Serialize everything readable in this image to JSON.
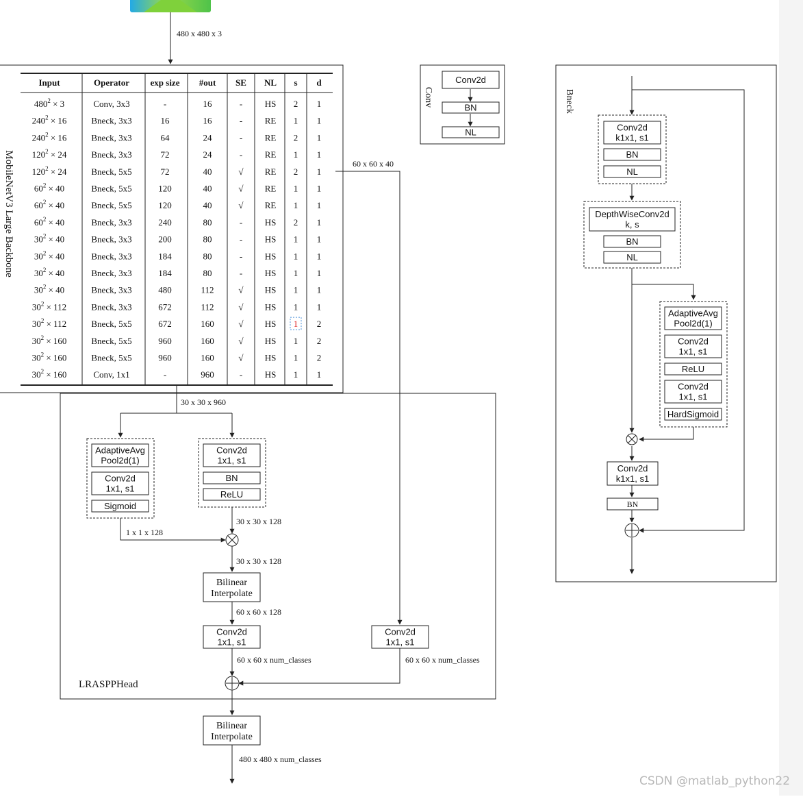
{
  "input_label": "480 x 480 x 3",
  "backbone": {
    "title": "MobileNetV3 Large Backbone",
    "headers": [
      "Input",
      "Operator",
      "exp size",
      "#out",
      "SE",
      "NL",
      "s",
      "d"
    ],
    "rows": [
      {
        "base": "480",
        "suf": " × 3",
        "op": "Conv, 3x3",
        "exp": "-",
        "out": "16",
        "se": "-",
        "nl": "HS",
        "s": "2",
        "d": "1"
      },
      {
        "base": "240",
        "suf": " × 16",
        "op": "Bneck, 3x3",
        "exp": "16",
        "out": "16",
        "se": "-",
        "nl": "RE",
        "s": "1",
        "d": "1"
      },
      {
        "base": "240",
        "suf": " × 16",
        "op": "Bneck, 3x3",
        "exp": "64",
        "out": "24",
        "se": "-",
        "nl": "RE",
        "s": "2",
        "d": "1"
      },
      {
        "base": "120",
        "suf": " × 24",
        "op": "Bneck, 3x3",
        "exp": "72",
        "out": "24",
        "se": "-",
        "nl": "RE",
        "s": "1",
        "d": "1"
      },
      {
        "base": "120",
        "suf": " × 24",
        "op": "Bneck, 5x5",
        "exp": "72",
        "out": "40",
        "se": "√",
        "nl": "RE",
        "s": "2",
        "d": "1"
      },
      {
        "base": "60",
        "suf": " × 40",
        "op": "Bneck, 5x5",
        "exp": "120",
        "out": "40",
        "se": "√",
        "nl": "RE",
        "s": "1",
        "d": "1"
      },
      {
        "base": "60",
        "suf": " × 40",
        "op": "Bneck, 5x5",
        "exp": "120",
        "out": "40",
        "se": "√",
        "nl": "RE",
        "s": "1",
        "d": "1"
      },
      {
        "base": "60",
        "suf": " × 40",
        "op": "Bneck, 3x3",
        "exp": "240",
        "out": "80",
        "se": "-",
        "nl": "HS",
        "s": "2",
        "d": "1"
      },
      {
        "base": "30",
        "suf": " × 40",
        "op": "Bneck, 3x3",
        "exp": "200",
        "out": "80",
        "se": "-",
        "nl": "HS",
        "s": "1",
        "d": "1"
      },
      {
        "base": "30",
        "suf": " × 40",
        "op": "Bneck, 3x3",
        "exp": "184",
        "out": "80",
        "se": "-",
        "nl": "HS",
        "s": "1",
        "d": "1"
      },
      {
        "base": "30",
        "suf": " × 40",
        "op": "Bneck, 3x3",
        "exp": "184",
        "out": "80",
        "se": "-",
        "nl": "HS",
        "s": "1",
        "d": "1"
      },
      {
        "base": "30",
        "suf": " × 40",
        "op": "Bneck, 3x3",
        "exp": "480",
        "out": "112",
        "se": "√",
        "nl": "HS",
        "s": "1",
        "d": "1"
      },
      {
        "base": "30",
        "suf": " × 112",
        "op": "Bneck, 3x3",
        "exp": "672",
        "out": "112",
        "se": "√",
        "nl": "HS",
        "s": "1",
        "d": "1"
      },
      {
        "base": "30",
        "suf": " × 112",
        "op": "Bneck, 5x5",
        "exp": "672",
        "out": "160",
        "se": "√",
        "nl": "HS",
        "s": "1",
        "d": "2",
        "highlight": true
      },
      {
        "base": "30",
        "suf": " × 160",
        "op": "Bneck, 5x5",
        "exp": "960",
        "out": "160",
        "se": "√",
        "nl": "HS",
        "s": "1",
        "d": "2"
      },
      {
        "base": "30",
        "suf": " × 160",
        "op": "Bneck, 5x5",
        "exp": "960",
        "out": "160",
        "se": "√",
        "nl": "HS",
        "s": "1",
        "d": "2"
      },
      {
        "base": "30",
        "suf": " × 160",
        "op": "Conv, 1x1",
        "exp": "-",
        "out": "960",
        "se": "-",
        "nl": "HS",
        "s": "1",
        "d": "1"
      }
    ],
    "exponent": "2",
    "highlight_color": "#e02020",
    "highlight_box_color": "#4a90d9"
  },
  "branch_label": "60 x 60 x 40",
  "conv_legend": {
    "title": "Conv",
    "blocks": [
      "Conv2d",
      "BN",
      "NL"
    ]
  },
  "bneck": {
    "title": "Bneck",
    "expand": [
      "Conv2d\nk1x1, s1",
      "BN",
      "NL"
    ],
    "depthwise": [
      "DepthWiseConv2d\nk, s",
      "BN",
      "NL"
    ],
    "se": [
      "AdaptiveAvg\nPool2d(1)",
      "Conv2d\n1x1, s1",
      "ReLU",
      "Conv2d\n1x1, s1",
      "HardSigmoid"
    ],
    "project": [
      "Conv2d\nk1x1, s1",
      "BN"
    ]
  },
  "head": {
    "title": "LRASPPHead",
    "top_label": "30 x 30 x 960",
    "left_branch": [
      "AdaptiveAvg\nPool2d(1)",
      "Conv2d\n1x1, s1",
      "Sigmoid"
    ],
    "right_branch": [
      "Conv2d\n1x1, s1",
      "BN",
      "ReLU"
    ],
    "left_out": "1 x 1 x 128",
    "right_out": "30 x 30 x 128",
    "mul_out": "30 x 30 x 128",
    "bilinear": "Bilinear\nInterpolate",
    "bilinear_out": "60 x 60 x 128",
    "conv_main": "Conv2d\n1x1, s1",
    "conv_main_out": "60 x 60 x num_classes",
    "conv_branch": "Conv2d\n1x1, s1",
    "conv_branch_out": "60 x 60 x num_classes"
  },
  "final": {
    "bilinear": "Bilinear\nInterpolate",
    "out": "480 x 480 x num_classes"
  },
  "watermark": "CSDN @matlab_python22"
}
